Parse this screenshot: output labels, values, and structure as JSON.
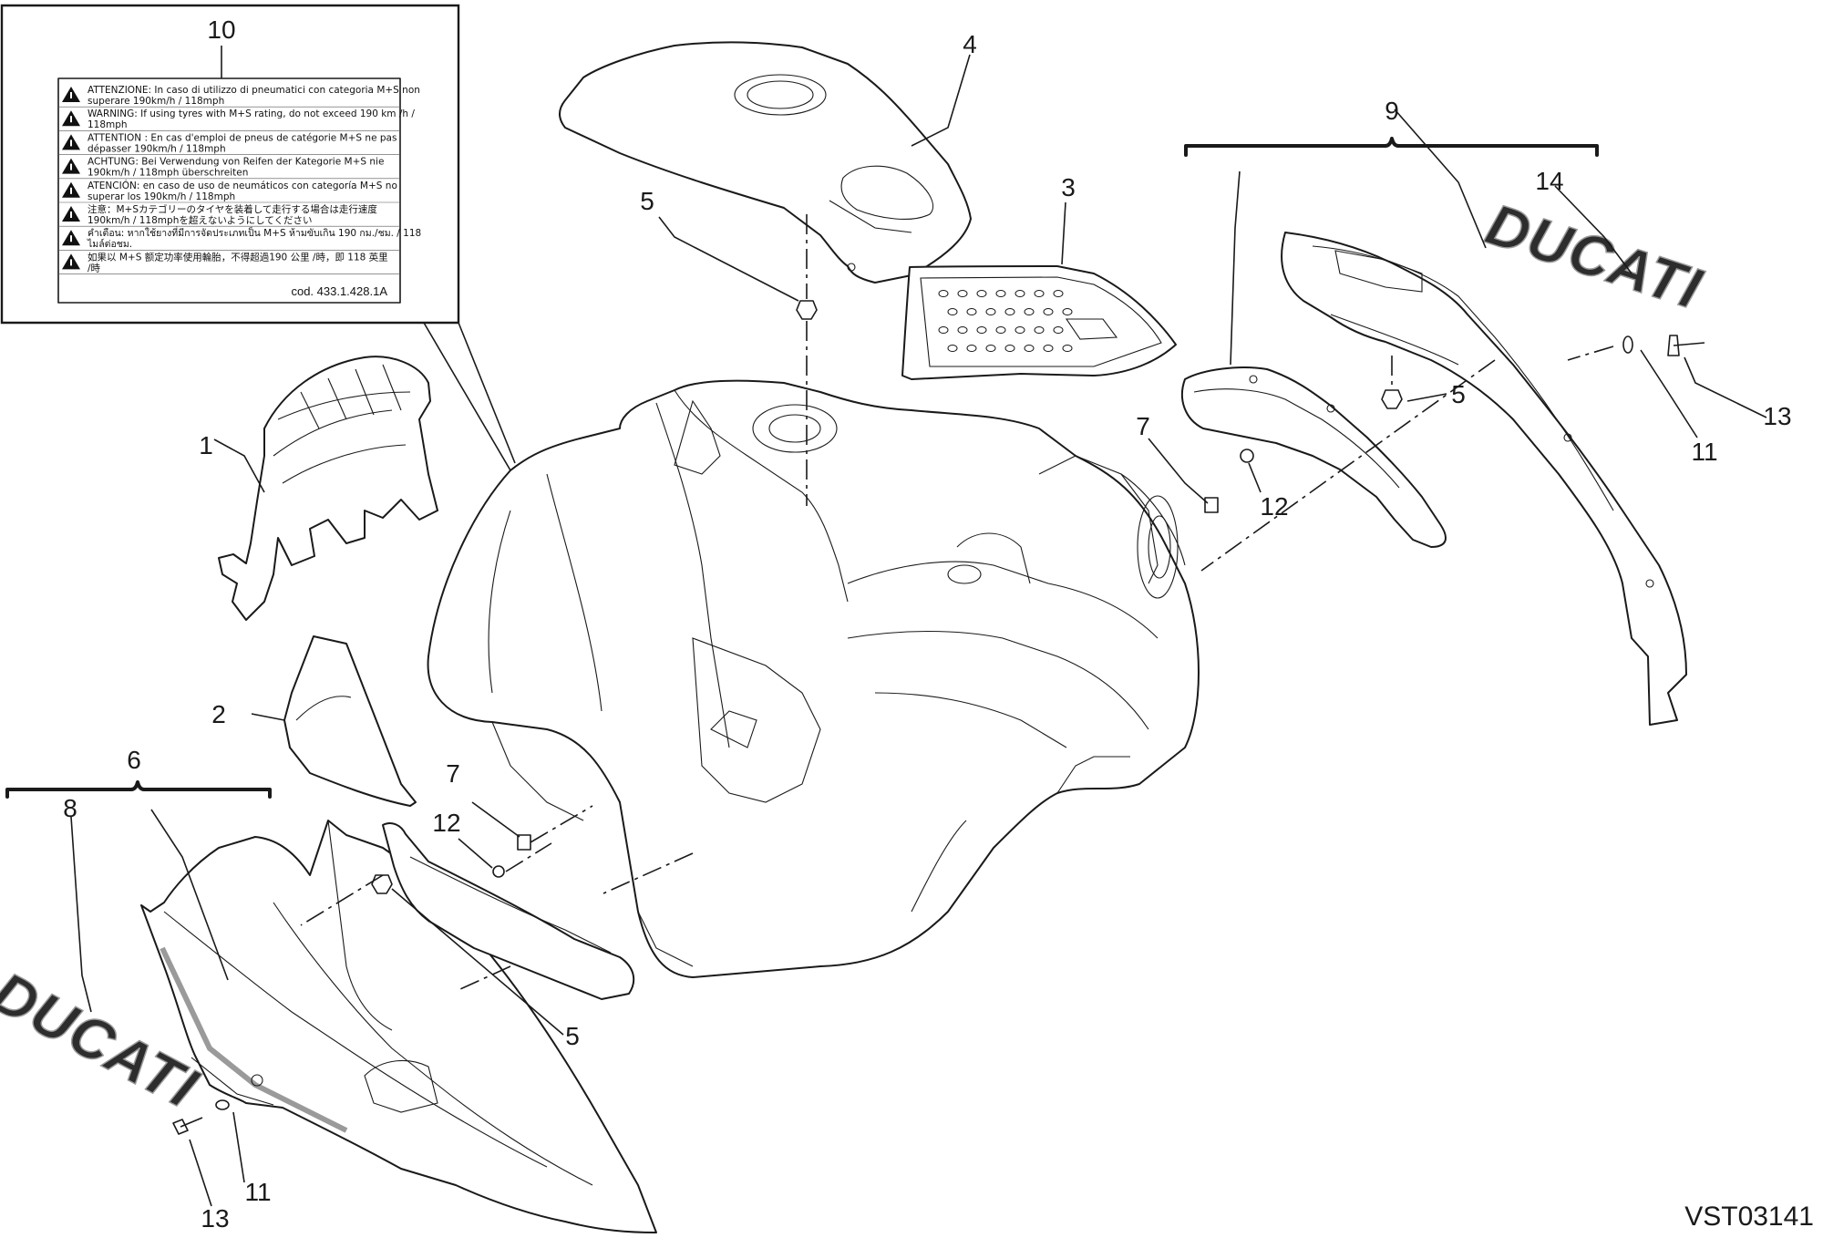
{
  "callouts": {
    "c1": "1",
    "c2": "2",
    "c3": "3",
    "c4": "4",
    "c5a": "5",
    "c5b": "5",
    "c5c": "5",
    "c6": "6",
    "c7a": "7",
    "c7b": "7",
    "c8": "8",
    "c9": "9",
    "c10": "10",
    "c11a": "11",
    "c11b": "11",
    "c12a": "12",
    "c12b": "12",
    "c13a": "13",
    "c13b": "13",
    "c14": "14"
  },
  "warning_label": {
    "lines": [
      [
        "ATTENZIONE: In caso di utilizzo di pneumatici con categoria M+S non",
        "superare 190km/h / 118mph"
      ],
      [
        "WARNING: If using tyres with M+S rating, do not exceed 190 km /h /",
        "118mph"
      ],
      [
        "ATTENTION : En cas d'emploi de pneus de catégorie M+S ne pas",
        "dépasser 190km/h / 118mph"
      ],
      [
        "ACHTUNG: Bei Verwendung von Reifen der Kategorie M+S nie",
        "190km/h / 118mph überschreiten"
      ],
      [
        "ATENCIÓN: en caso de uso de neumáticos con categoría M+S no",
        "superar los 190km/h / 118mph"
      ],
      [
        "注意：M+Sカテゴリーのタイヤを装着して走行する場合は走行速度",
        "190km/h / 118mphを超えないようにしてください"
      ],
      [
        "คำเตือน: หากใช้ยางที่มีการจัดประเภทเป็น M+S ห้ามขับเกิน 190 กม./ชม. / 118",
        "ไมล์ต่อชม."
      ],
      [
        "如果以 M+S 额定功率使用輪胎，不得超過190 公里 /時，即 118 英里",
        "/時"
      ]
    ],
    "code": "cod. 433.1.428.1A"
  },
  "logos": {
    "upper_right": "DUCATI",
    "lower_left": "DUCATI"
  },
  "drawing_ref": "VST03141"
}
